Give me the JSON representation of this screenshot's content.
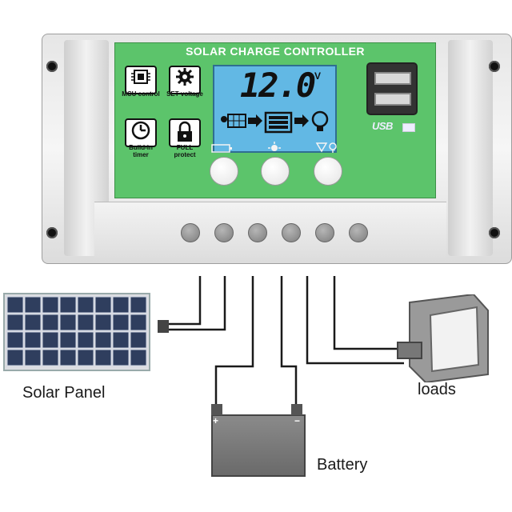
{
  "controller": {
    "title": "SOLAR CHARGE CONTROLLER",
    "features": [
      {
        "label": "MCU control",
        "icon": "chip-icon"
      },
      {
        "label": "SET voltage",
        "icon": "gear-icon"
      },
      {
        "label": "Build-in timer",
        "icon": "clock-icon"
      },
      {
        "label": "FULL protect",
        "icon": "lock-icon"
      }
    ],
    "lcd": {
      "reading": "12.0",
      "unit": "V"
    },
    "usb_label": "USB",
    "buttons": 3,
    "terminals": 6
  },
  "labels": {
    "solar_panel": "Solar Panel",
    "loads": "loads",
    "battery": "Battery"
  },
  "colors": {
    "faceplate": "#5cc46b",
    "lcd": "#62b8e4",
    "housing": "#eeeeee",
    "solar_cell": "#2f3e5e"
  }
}
